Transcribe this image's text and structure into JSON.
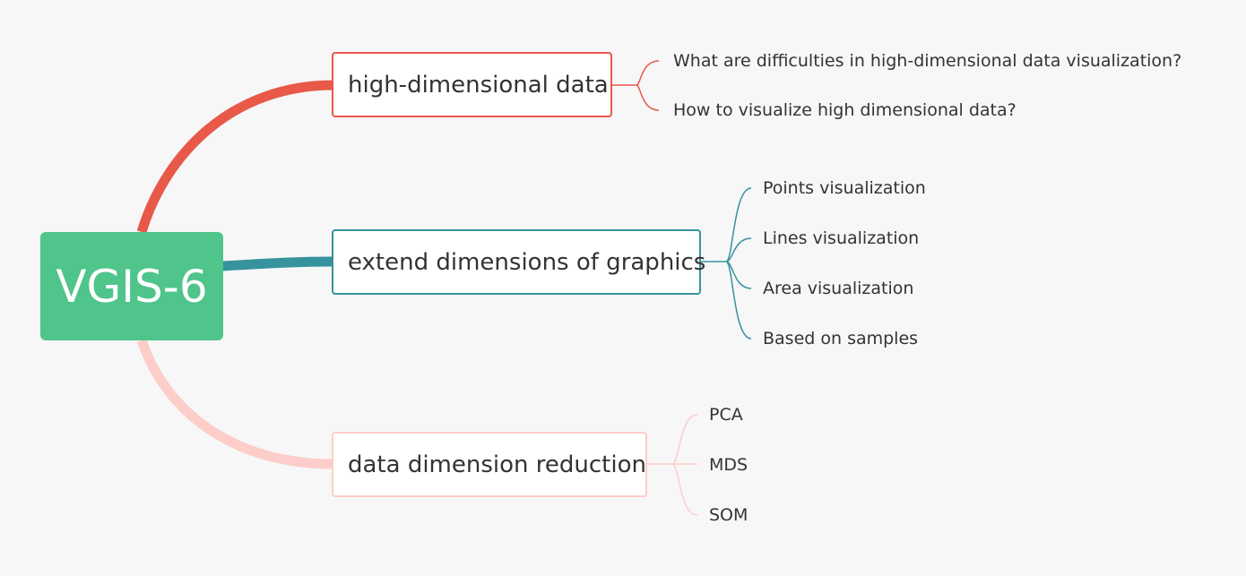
{
  "root": {
    "label": "VGIS-6"
  },
  "branches": [
    {
      "label": "high-dimensional data",
      "color": "#e8594a",
      "children": [
        "What are difficulties in high-dimensional data visualization?",
        "How to visualize high dimensional data?"
      ]
    },
    {
      "label": "extend dimensions of graphics",
      "color": "#36939e",
      "children": [
        "Points visualization",
        "Lines visualization",
        "Area visualization",
        "Based on samples"
      ]
    },
    {
      "label": "data dimension reduction",
      "color": "#fdcdc9",
      "children": [
        "PCA",
        "MDS",
        "SOM"
      ]
    }
  ],
  "colors": {
    "background": "#f7f7f7",
    "root": "#4fc48b"
  }
}
